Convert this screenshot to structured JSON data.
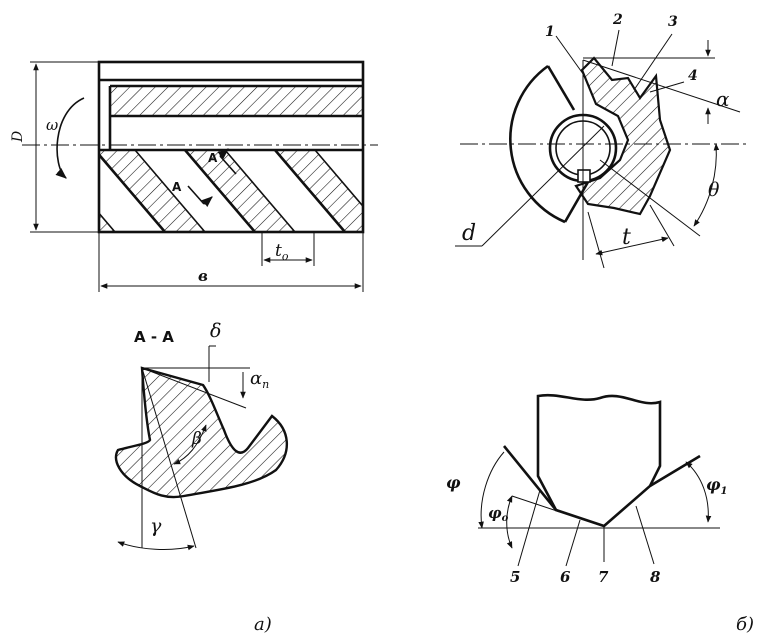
{
  "cutter_front": {
    "diameter": "D",
    "rotation": "ω",
    "width": "в",
    "pitch": "t",
    "pitch_sub": "o",
    "section_left": "A",
    "section_right": "A"
  },
  "cutter_side": {
    "bore": "d",
    "label_1": "1",
    "label_2": "2",
    "label_3": "3",
    "label_4": "4",
    "clearance": "α",
    "angle_theta": "θ",
    "tooth_pitch": "t"
  },
  "section_aa": {
    "title": "A - A",
    "delta": "δ",
    "alpha": "α",
    "alpha_sub": "n",
    "beta": "β",
    "gamma": "γ"
  },
  "tool_tip": {
    "phi": "φ",
    "phi_o": "φ",
    "phi_o_sub": "o",
    "phi_1": "φ",
    "phi_1_sub": "1",
    "label_5": "5",
    "label_6": "6",
    "label_7": "7",
    "label_8": "8"
  },
  "captions": {
    "left": "а)",
    "right": "б)"
  }
}
